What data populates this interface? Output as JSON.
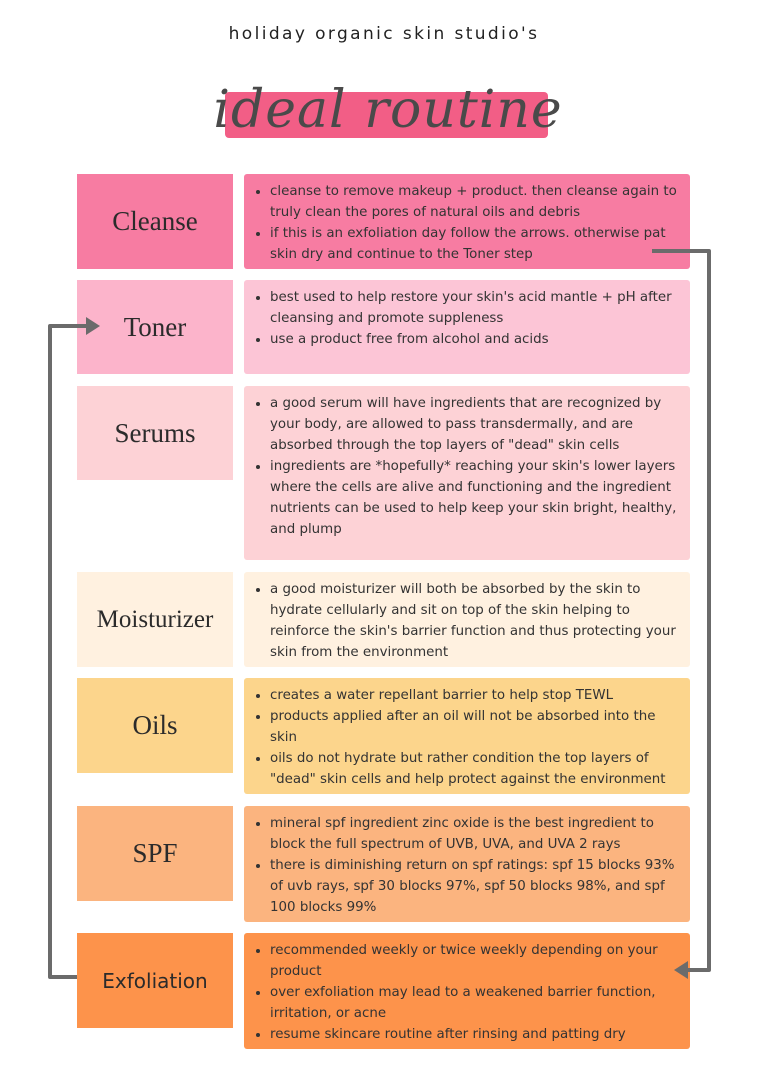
{
  "header": {
    "subtitle": "holiday organic skin studio's",
    "title": "ideal routine steps"
  },
  "colors": {
    "title_highlight": "#f25e86",
    "arrow": "#6b6b6b",
    "cleanse": "#f77ca2",
    "toner": "#fcb4cb",
    "serums": "#fdd2d6",
    "moisturizer": "#fff1e0",
    "oils": "#fcd58c",
    "spf": "#fbb47f",
    "exfoliation": "#fd934b"
  },
  "steps": [
    {
      "label": "Cleanse",
      "bullets": [
        "cleanse to remove makeup + product. then cleanse again to truly clean the pores of natural oils and debris",
        "if this is an exfoliation day follow the arrows. otherwise pat skin dry and continue to the Toner step"
      ]
    },
    {
      "label": "Toner",
      "bullets": [
        "best used to help restore your skin's acid mantle + pH after cleansing and promote suppleness",
        "use a product free from alcohol and acids"
      ]
    },
    {
      "label": "Serums",
      "bullets": [
        "a good serum will have ingredients that are recognized by your body, are allowed to pass transdermally, and are absorbed through the top layers of \"dead\" skin cells",
        "ingredients are *hopefully* reaching your skin's lower layers where the cells are alive and functioning and the ingredient nutrients can be used to help keep your skin bright, healthy, and plump"
      ]
    },
    {
      "label": "Moisturizer",
      "bullets": [
        "a good moisturizer will both be absorbed by the skin to hydrate cellularly and sit on top of the skin helping to reinforce the skin's barrier function and thus protecting your skin from the environment"
      ]
    },
    {
      "label": "Oils",
      "bullets": [
        "creates a water repellant barrier to help stop TEWL",
        "products applied after an oil will not be absorbed into the skin",
        "oils do not hydrate but rather condition the top layers of \"dead\" skin cells and help protect against the environment"
      ]
    },
    {
      "label": "SPF",
      "bullets": [
        "mineral spf ingredient zinc oxide is the best ingredient to block the full spectrum of UVB, UVA, and UVA 2 rays",
        "there is diminishing return on spf ratings: spf 15 blocks 93% of uvb rays, spf 30 blocks 97%, spf 50 blocks 98%, and spf 100 blocks 99%"
      ]
    },
    {
      "label": "Exfoliation",
      "bullets": [
        "recommended weekly or twice weekly depending on your product",
        "over exfoliation may lead to a weakened barrier function, irritation, or acne",
        "resume skincare routine after rinsing and patting dry"
      ]
    }
  ]
}
